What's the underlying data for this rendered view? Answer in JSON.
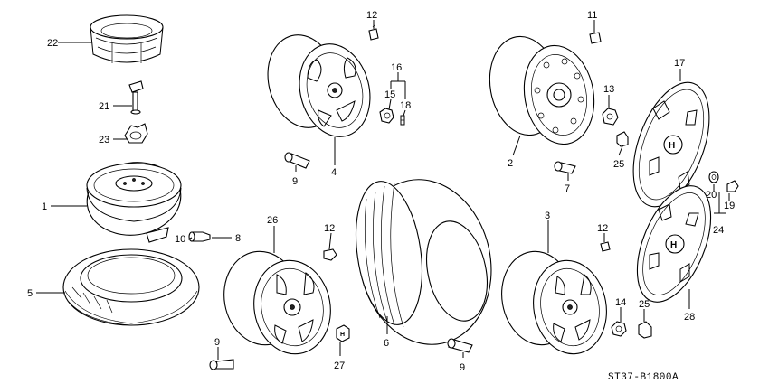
{
  "diagram_code": "ST37-B1800A",
  "callouts": [
    {
      "id": "c1",
      "text": "1"
    },
    {
      "id": "c2",
      "text": "2"
    },
    {
      "id": "c3",
      "text": "3"
    },
    {
      "id": "c4",
      "text": "4"
    },
    {
      "id": "c5",
      "text": "5"
    },
    {
      "id": "c6",
      "text": "6"
    },
    {
      "id": "c7",
      "text": "7"
    },
    {
      "id": "c8",
      "text": "8"
    },
    {
      "id": "c9a",
      "text": "9"
    },
    {
      "id": "c9b",
      "text": "9"
    },
    {
      "id": "c9c",
      "text": "9"
    },
    {
      "id": "c10",
      "text": "10"
    },
    {
      "id": "c11",
      "text": "11"
    },
    {
      "id": "c12a",
      "text": "12"
    },
    {
      "id": "c12b",
      "text": "12"
    },
    {
      "id": "c12c",
      "text": "12"
    },
    {
      "id": "c13",
      "text": "13"
    },
    {
      "id": "c14",
      "text": "14"
    },
    {
      "id": "c15",
      "text": "15"
    },
    {
      "id": "c16",
      "text": "16"
    },
    {
      "id": "c17",
      "text": "17"
    },
    {
      "id": "c18",
      "text": "18"
    },
    {
      "id": "c19",
      "text": "19"
    },
    {
      "id": "c20",
      "text": "20"
    },
    {
      "id": "c21",
      "text": "21"
    },
    {
      "id": "c22",
      "text": "22"
    },
    {
      "id": "c23",
      "text": "23"
    },
    {
      "id": "c24",
      "text": "24"
    },
    {
      "id": "c25a",
      "text": "25"
    },
    {
      "id": "c25b",
      "text": "25"
    },
    {
      "id": "c26",
      "text": "26"
    },
    {
      "id": "c27",
      "text": "27"
    },
    {
      "id": "c28",
      "text": "28"
    }
  ]
}
